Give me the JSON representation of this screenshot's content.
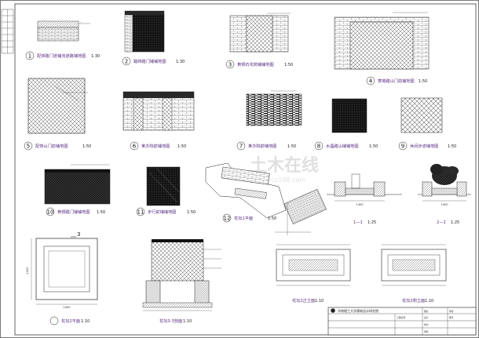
{
  "details": [
    {
      "num": "1",
      "caption": "配饰踏门道铺流道路铺地图",
      "scale": "1:30"
    },
    {
      "num": "2",
      "caption": "踏砖踏门铺铺地图",
      "scale": "1:30"
    },
    {
      "num": "3",
      "caption": "黄锈石花岗铺铺地图",
      "scale": "1:50"
    },
    {
      "num": "4",
      "caption": "菱格踏山门前铺地图",
      "scale": "1:50"
    },
    {
      "num": "5",
      "caption": "配饰山门前铺地图",
      "scale": "1:50"
    },
    {
      "num": "6",
      "caption": "某办院前铺地图",
      "scale": "1:50"
    },
    {
      "num": "7",
      "caption": "某办院前铺地图",
      "scale": "1:50"
    },
    {
      "num": "8",
      "caption": "水晶踏山铺铺地图",
      "scale": "1:50"
    },
    {
      "num": "9",
      "caption": "休闲步道铺地图",
      "scale": "1:50"
    },
    {
      "num": "10",
      "caption": "黄锈踏门铺铺地图",
      "scale": "1:50"
    },
    {
      "num": "11",
      "caption": "步行前铺铺地图",
      "scale": "1:50"
    },
    {
      "num": "12",
      "caption": "花坛1平面",
      "scale": "1:50"
    }
  ],
  "sections": [
    {
      "caption": "1—1",
      "scale": "1:25"
    },
    {
      "caption": "2—2",
      "scale": "1:25"
    }
  ],
  "bottom": [
    {
      "caption": "花坛2平面",
      "scale": "1:10",
      "marker": "3"
    },
    {
      "caption": "花坛3-3剖面",
      "scale": "1:10"
    },
    {
      "caption": "花坛2正立面",
      "scale": "1:10"
    },
    {
      "caption": "花坛2侧立面",
      "scale": "1:10"
    }
  ],
  "dimensions": {
    "section1": "1400",
    "section2": "1400",
    "plan_w": "1000",
    "plan_h": "1000"
  },
  "title_block": {
    "institute": "华南理工大学建筑设计研究院",
    "cells": [
      "工程名称",
      "图名",
      "设计",
      "校对",
      "审核",
      "审定",
      "图号"
    ]
  },
  "watermark": {
    "main": "土木在线",
    "sub": "co188.com"
  },
  "colors": {
    "caption": "#5a2d82",
    "line": "#222222",
    "watermark": "#c8c8c8"
  }
}
